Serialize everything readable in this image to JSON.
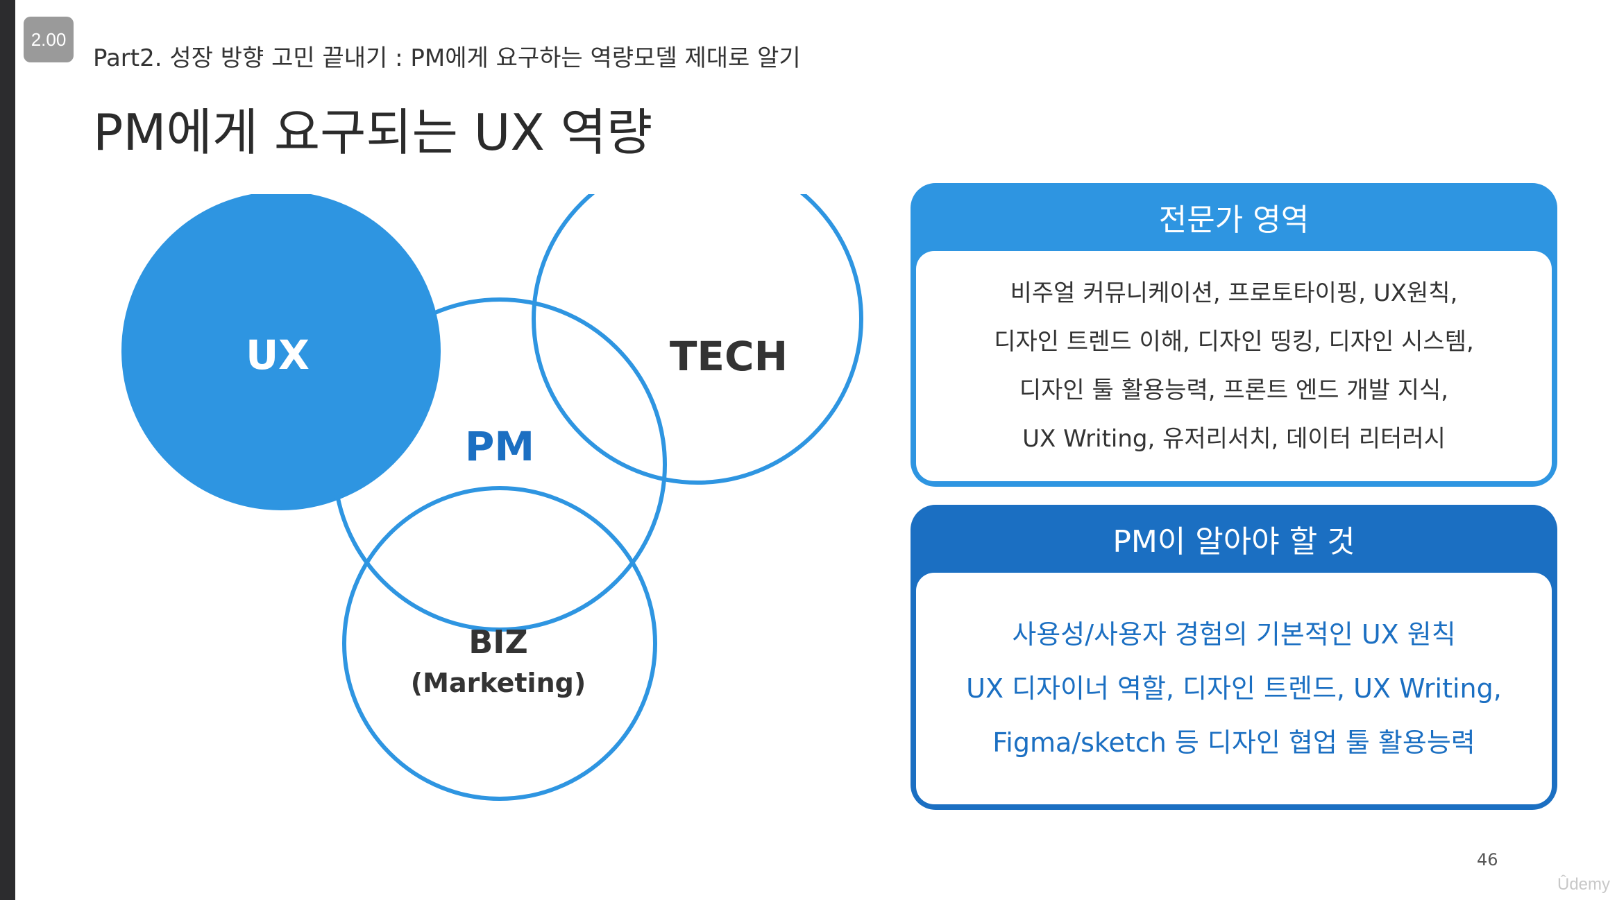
{
  "player": {
    "speed": "2.00"
  },
  "slide": {
    "breadcrumb": "Part2. 성장 방향 고민 끝내기 : PM에게 요구하는 역량모델 제대로 알기",
    "title": "PM에게 요구되는 UX 역량",
    "page_number": "46",
    "watermark": "Ûdemy"
  },
  "venn": {
    "labels": {
      "ux": "UX",
      "tech": "TECH",
      "pm": "PM",
      "biz": "BIZ",
      "biz_sub": "(Marketing)"
    },
    "colors": {
      "stroke": "#2e95e1",
      "ux_fill": "#2e95e1",
      "pm_text": "#1b6fc2",
      "dark_text": "#333333"
    }
  },
  "panels": {
    "expert": {
      "title": "전문가 영역",
      "color": "#2e95e1",
      "lines": [
        "비주얼 커뮤니케이션, 프로토타이핑, UX원칙,",
        "디자인 트렌드 이해, 디자인 띵킹, 디자인 시스템,",
        "디자인 툴 활용능력, 프론트 엔드 개발 지식,",
        "UX Writing, 유저리서치, 데이터 리터러시"
      ]
    },
    "pm": {
      "title": "PM이 알아야 할 것",
      "color": "#1b6fc2",
      "lines": [
        "사용성/사용자 경험의 기본적인 UX 원칙",
        "UX 디자이너 역할, 디자인 트렌드, UX Writing,",
        "Figma/sketch 등 디자인 협업 툴 활용능력"
      ]
    }
  }
}
